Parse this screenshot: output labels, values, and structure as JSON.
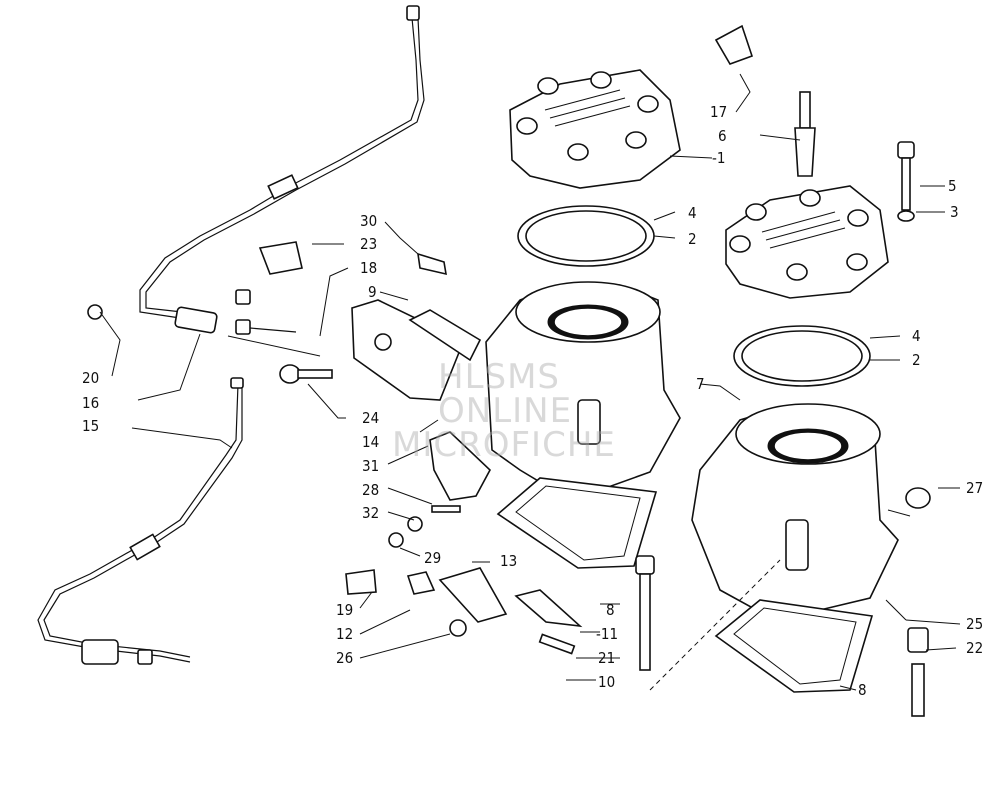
{
  "callouts": {
    "c1_a": "-1",
    "c2_a": "2",
    "c2_b": "2",
    "c3": "3",
    "c4_a": "4",
    "c4_b": "4",
    "c5": "5",
    "c6": "6",
    "c7": "7",
    "c8_a": "8",
    "c8_b": "8",
    "c9": "9",
    "c10": "10",
    "c11": "-11",
    "c12": "12",
    "c13": "13",
    "c14": "14",
    "c15": "15",
    "c16": "16",
    "c17": "17",
    "c18": "18",
    "c19": "19",
    "c20": "20",
    "c21": "21",
    "c22": "22",
    "c23": "23",
    "c24": "24",
    "c25": "25",
    "c26": "26",
    "c27": "27",
    "c28": "28",
    "c29": "29",
    "c30": "30",
    "c31": "31",
    "c32": "32"
  },
  "watermark": {
    "line1": "HLSMS",
    "line2": "ONLINE",
    "line3": "MICROFICHE"
  }
}
